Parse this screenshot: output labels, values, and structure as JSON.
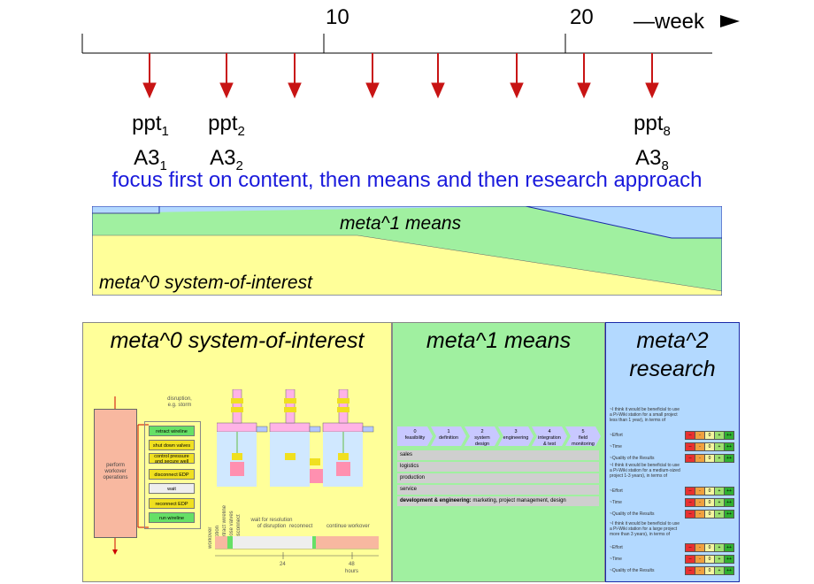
{
  "timeline": {
    "tick_10": "10",
    "tick_20": "20",
    "week_label": "—week",
    "ppt1": {
      "base": "ppt",
      "sub": "1",
      "a3base": "A3",
      "a3sub": "1"
    },
    "ppt2": {
      "base": "ppt",
      "sub": "2",
      "a3base": "A3",
      "a3sub": "2"
    },
    "ppt8": {
      "base": "ppt",
      "sub": "8",
      "a3base": "A3",
      "a3sub": "8"
    }
  },
  "focus_text": "focus first on content, then means and then research approach",
  "band": {
    "means_label": "meta^1 means",
    "system_label": "meta^0 system-of-interest"
  },
  "panels": {
    "system": {
      "title": "meta^0 system-of-interest",
      "operations": "perform\nworkover\noperations",
      "disruption": "disruption,\ne.g. storm",
      "steps": [
        "retract wireline",
        "shut down valves",
        "control pressure\nand secure well",
        "disconnect EDP",
        "wait",
        "reconnect EDP",
        "run wireline"
      ],
      "timeline_labels": {
        "workover": "workover",
        "disruption": "disruption",
        "retract": "retract wireline",
        "close": "close valves",
        "disconnect": "disconnect",
        "wait": "wait for resolution\nof disruption",
        "reconnect": "reconnect",
        "continue": "continue workover",
        "t24": "24",
        "t48": "48",
        "hours": "hours"
      }
    },
    "means": {
      "title": "meta^1 means",
      "processes": [
        {
          "num": "0",
          "name": "feasibility"
        },
        {
          "num": "1",
          "name": "definition"
        },
        {
          "num": "2",
          "name": "system\ndesign"
        },
        {
          "num": "3",
          "name": "engineering"
        },
        {
          "num": "4",
          "name": "integration\n& test"
        },
        {
          "num": "5",
          "name": "field\nmonitoring"
        }
      ],
      "bars": [
        "sales",
        "logistics",
        "production",
        "service"
      ],
      "dev_bold": "development & engineering:",
      "dev_rest": " marketing, project management, design"
    },
    "research": {
      "title_line1": "meta^2",
      "title_line2": "research",
      "groups": [
        {
          "question": "~I think it would be beneficial to use a Pi-Wiki station for a small project  less than 1 year), in terms of",
          "items": [
            "~Effort",
            "~Time",
            "~Quality of the Results"
          ]
        },
        {
          "question": "~I think it would be beneficial to use a Pi-Wiki station for a medium-sized project 1-3 years), in terms of",
          "items": [
            "~Effort",
            "~Time",
            "~Quality of the Results"
          ]
        },
        {
          "question": "~I think it would be beneficial to use a Pi-Wiki station for a large project  more than 3 years), in terms of",
          "items": [
            "~Effort",
            "~Time",
            "~Quality of the Results"
          ]
        }
      ],
      "scale": [
        "--",
        "-",
        "0",
        "+",
        "++"
      ],
      "colors": {
        "neg2": "#e83030",
        "neg1": "#f0a040",
        "zero": "#f5f5a0",
        "pos1": "#9ee070",
        "pos2": "#30b030"
      }
    }
  }
}
